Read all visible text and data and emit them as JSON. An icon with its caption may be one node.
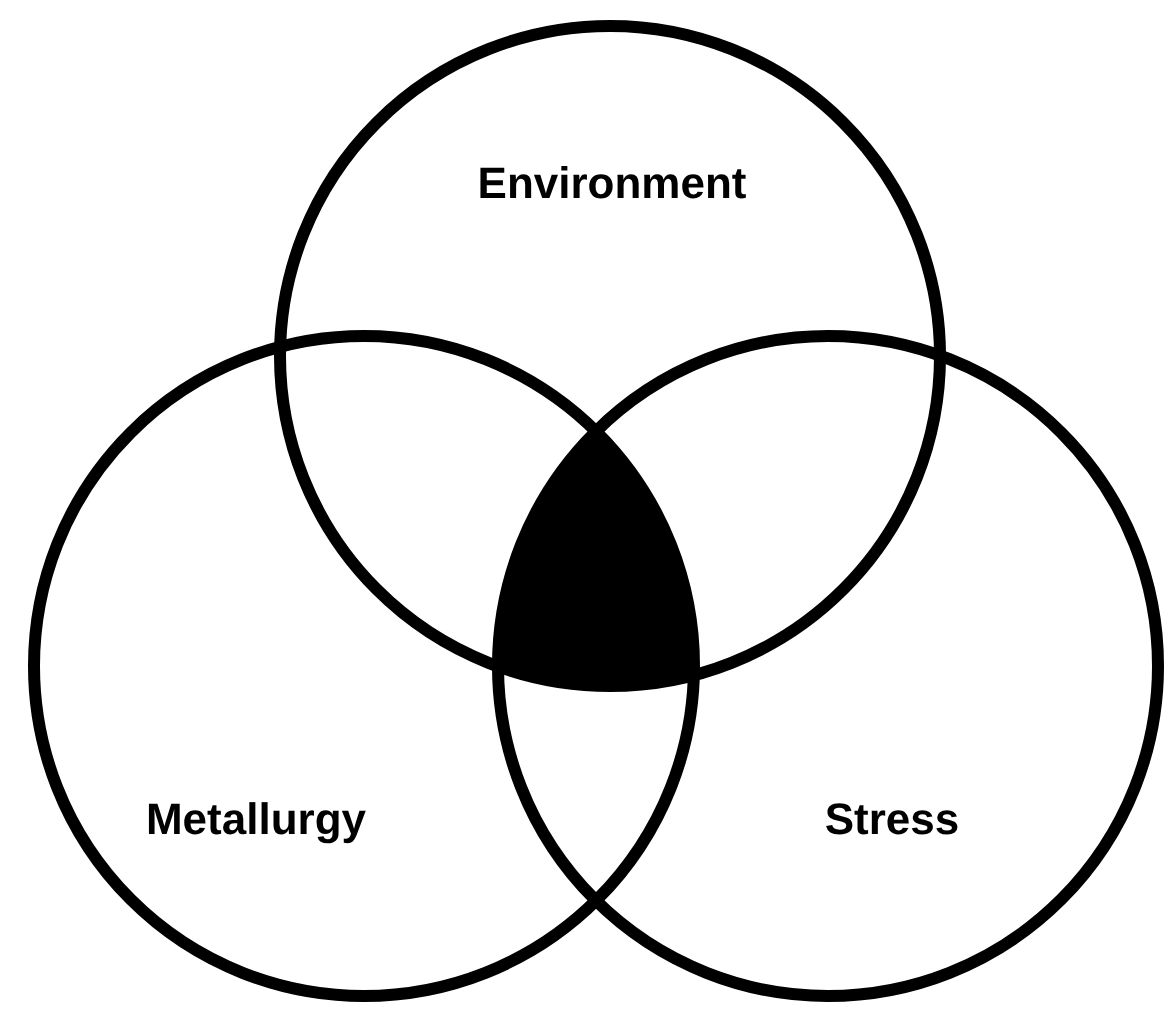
{
  "diagram": {
    "nodes": [
      {
        "text": [
          "Environment"
        ]
      },
      {
        "text": [
          "Metallurgy"
        ]
      },
      {
        "text": [
          "Stress"
        ]
      },
      {
        "text": [],
        "shape": "region"
      }
    ],
    "edges": []
  }
}
